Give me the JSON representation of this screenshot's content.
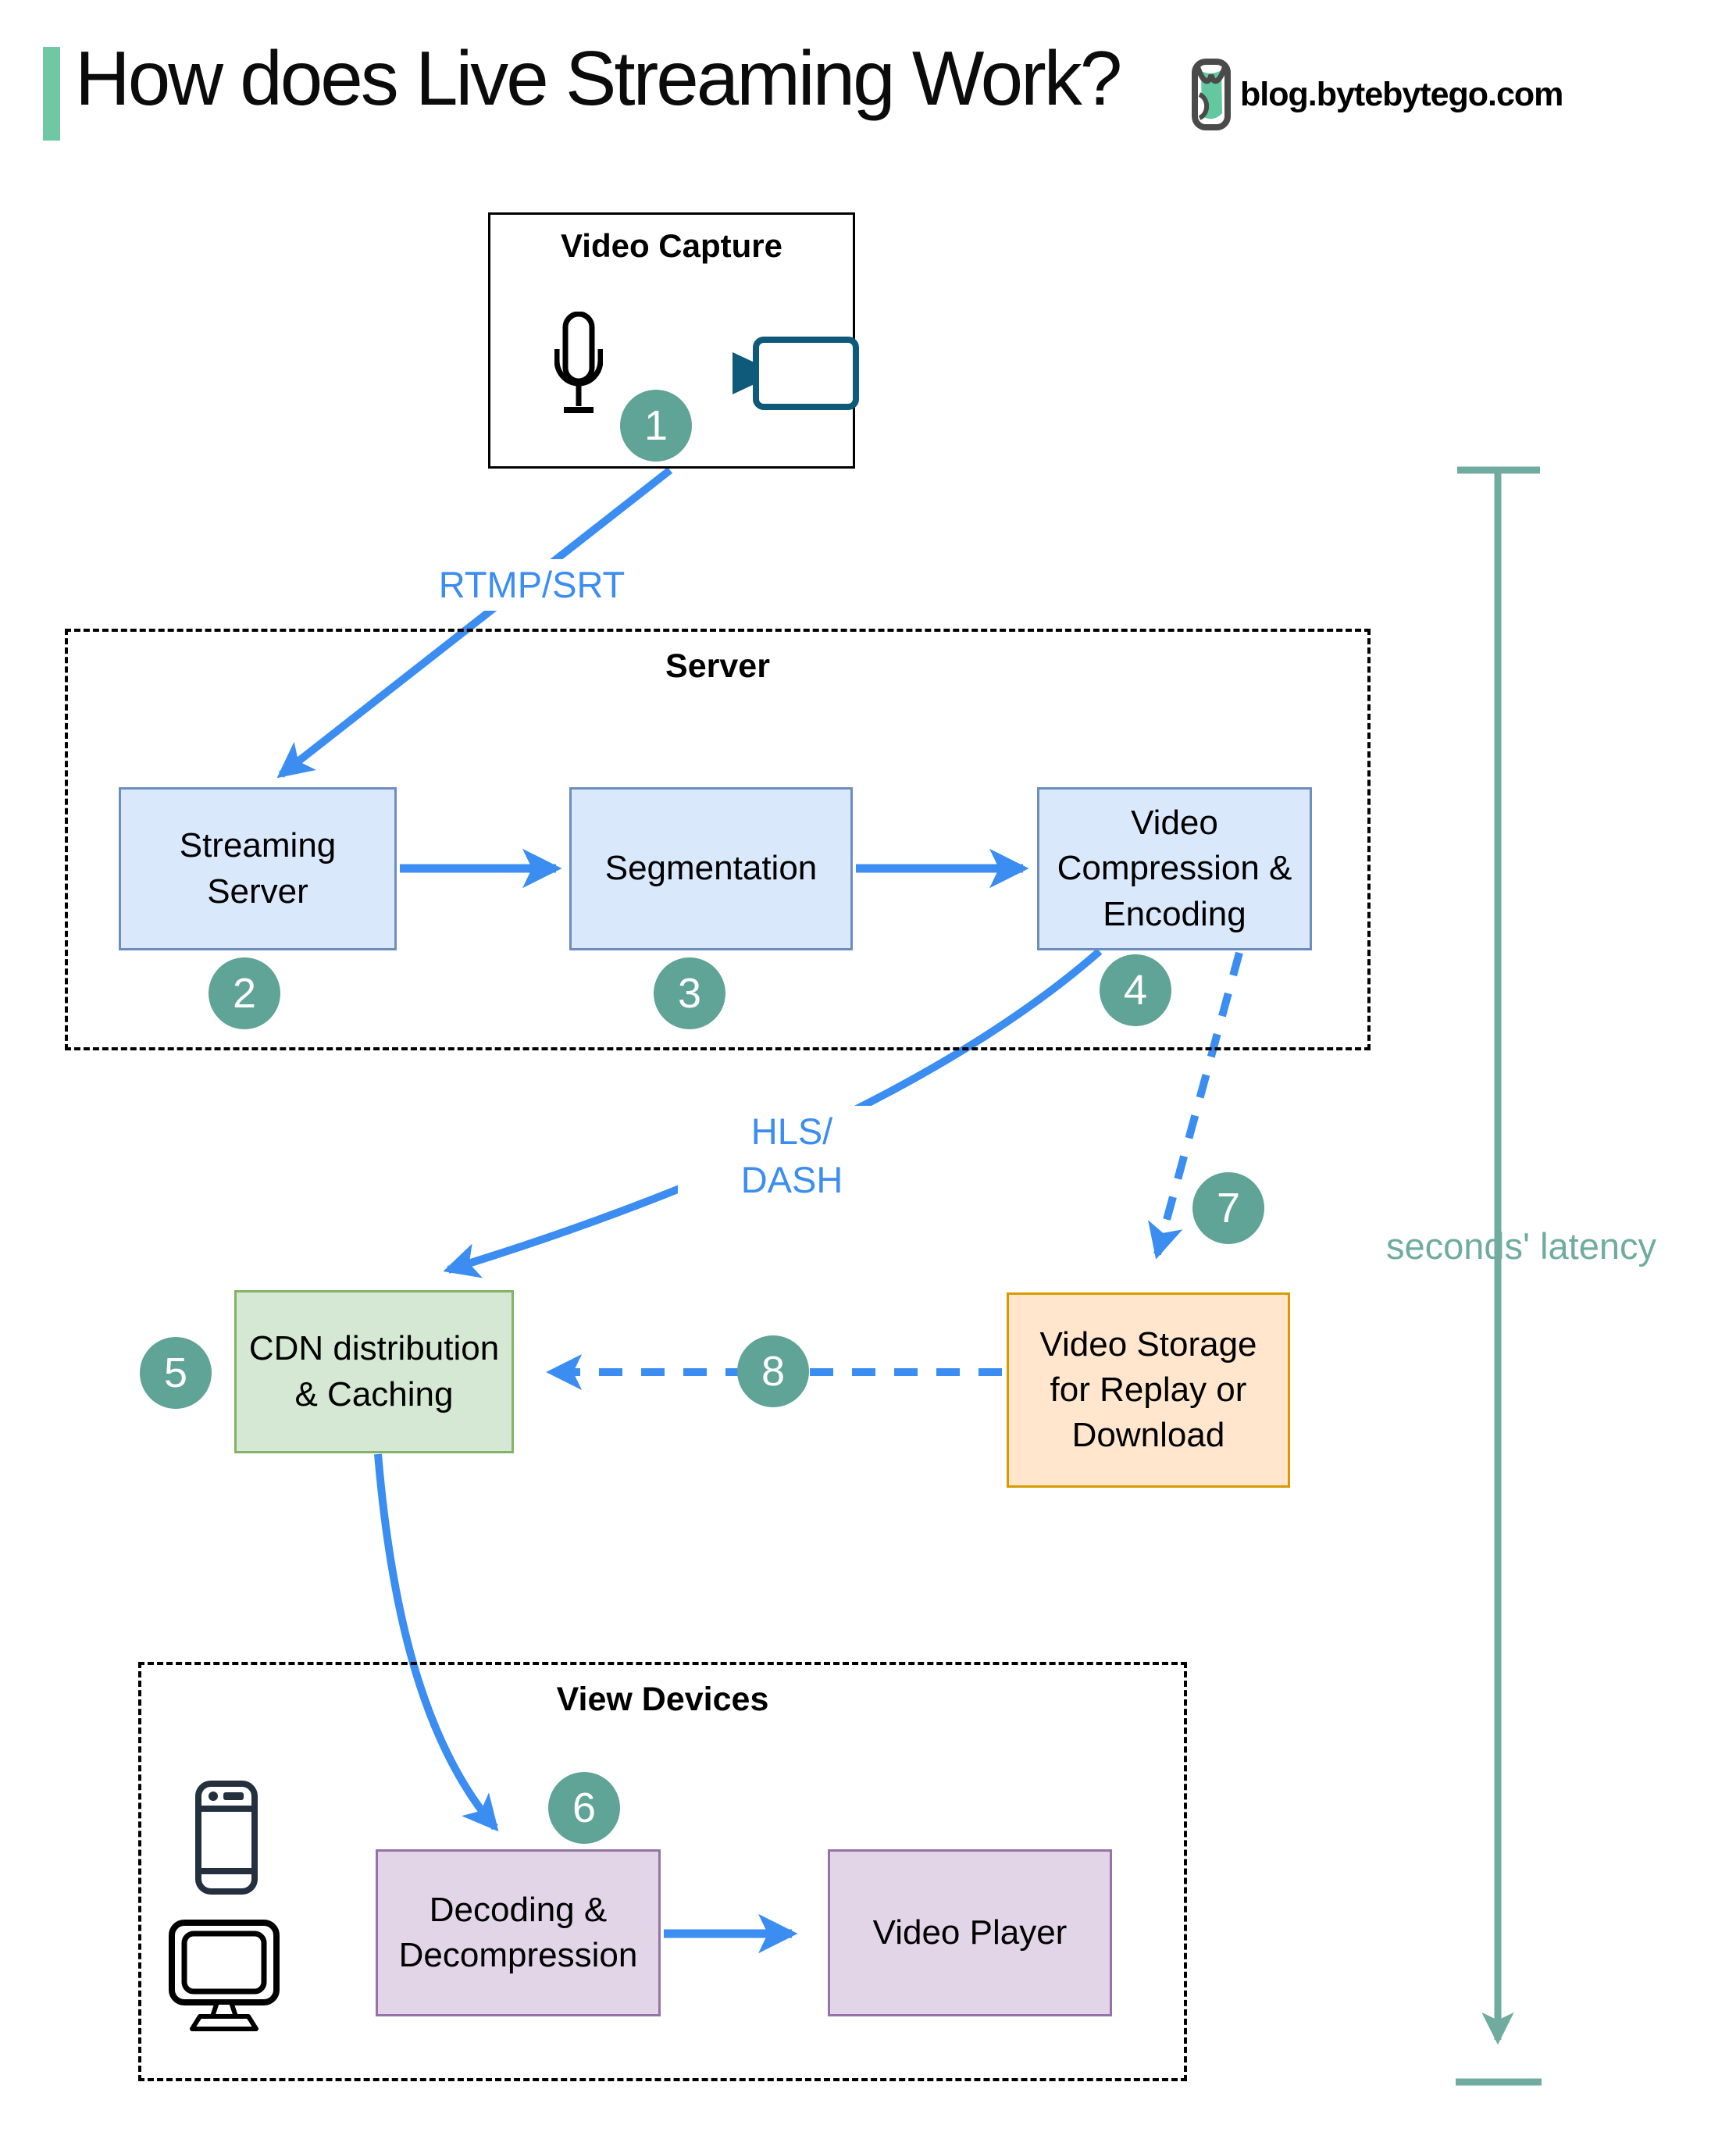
{
  "header": {
    "title": "How does Live Streaming Work?",
    "site": "blog.bytebytego.com"
  },
  "capture": {
    "title": "Video Capture",
    "step": "1"
  },
  "annotations": {
    "ingest_protocol": "RTMP/SRT",
    "delivery_protocol": [
      "HLS/",
      "DASH"
    ],
    "latency": "seconds' latency"
  },
  "server_group": {
    "title": "Server",
    "streaming": {
      "label": [
        "Streaming",
        "Server"
      ],
      "step": "2"
    },
    "segmentation": {
      "label": "Segmentation",
      "step": "3"
    },
    "compression": {
      "label": [
        "Video",
        "Compression &",
        "Encoding"
      ],
      "step": "4"
    }
  },
  "cdn": {
    "label": [
      "CDN distribution",
      "& Caching"
    ],
    "step": "5"
  },
  "storage": {
    "label": [
      "Video Storage",
      "for Replay or",
      "Download"
    ]
  },
  "arrow_steps": {
    "to_storage": "7",
    "storage_to_cdn": "8",
    "cdn_to_decoding": "6"
  },
  "devices_group": {
    "title": "View Devices",
    "decoding": {
      "label": [
        "Decoding &",
        "Decompression"
      ]
    },
    "player": {
      "label": "Video Player"
    }
  },
  "colors": {
    "accent_green": "#70C7A3",
    "step_circle_teal": "#5FA496",
    "arrow_blue": "#3B8DF1",
    "latency_teal": "#6FAC9F",
    "node_blue_fill": "#DAE8FC",
    "node_blue_stroke": "#6C8EBF",
    "node_green_fill": "#D5E8D4",
    "node_green_stroke": "#82B366",
    "node_orange_fill": "#FFE6CC",
    "node_orange_stroke": "#D79B00",
    "node_purple_fill": "#E1D5E7",
    "node_purple_stroke": "#9673A6",
    "camera_icon": "#0E5A78"
  }
}
